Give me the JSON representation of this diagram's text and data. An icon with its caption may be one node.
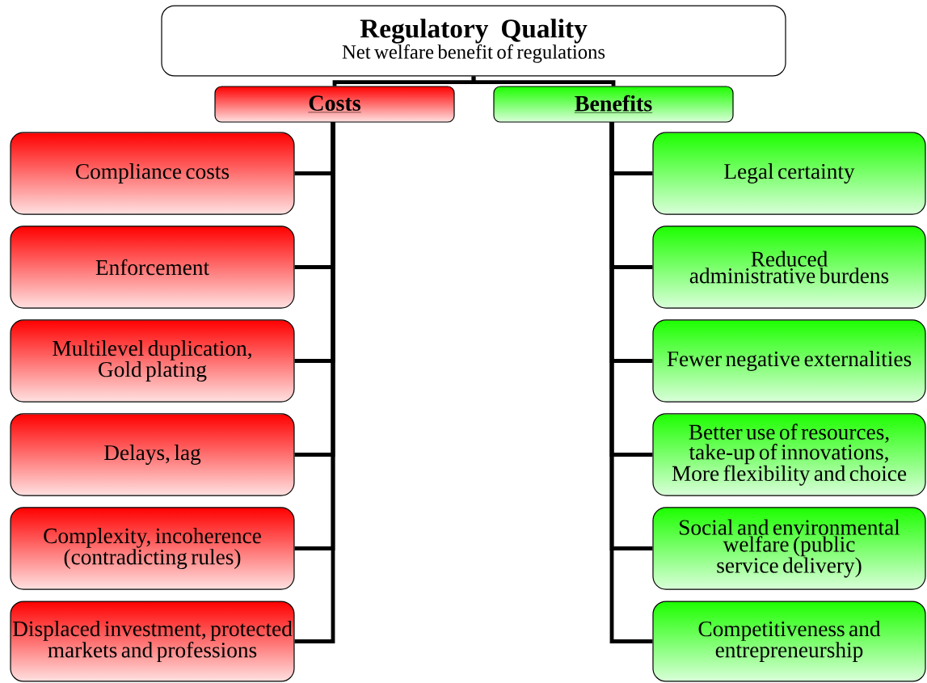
{
  "diagram": {
    "nodes": [
      {
        "text": [
          "Regulatory Quality",
          "Net welfare benefit of regulations"
        ]
      },
      {
        "text": [
          "Costs"
        ]
      },
      {
        "text": [
          "Benefits"
        ]
      },
      {
        "text": [
          "Compliance costs"
        ]
      },
      {
        "text": [
          "Enforcement"
        ]
      },
      {
        "text": [
          "Multilevel duplication, Gold plating"
        ]
      },
      {
        "text": [
          "Delays, lag"
        ]
      },
      {
        "text": [
          "Complexity, incoherence (contradicting rules)"
        ]
      },
      {
        "text": [
          "Displaced investment, protected markets and professions"
        ]
      },
      {
        "text": [
          "Legal certainty"
        ]
      },
      {
        "text": [
          "Reduced administrative burdens"
        ]
      },
      {
        "text": [
          "Fewer negative externalities"
        ]
      },
      {
        "text": [
          "Better use of resources, take-up of innovations, More flexibility and choice"
        ]
      },
      {
        "text": [
          "Social and environmental welfare (public service delivery)"
        ]
      },
      {
        "text": [
          "Competitiveness and entrepreneurship"
        ]
      }
    ],
    "edges": [
      {
        "from": 0,
        "to": 1,
        "arrow": "none"
      },
      {
        "from": 0,
        "to": 2,
        "arrow": "none"
      },
      {
        "from": 1,
        "to": 3,
        "arrow": "none"
      },
      {
        "from": 1,
        "to": 4,
        "arrow": "none"
      },
      {
        "from": 1,
        "to": 5,
        "arrow": "none"
      },
      {
        "from": 1,
        "to": 6,
        "arrow": "none"
      },
      {
        "from": 1,
        "to": 7,
        "arrow": "none"
      },
      {
        "from": 1,
        "to": 8,
        "arrow": "none"
      },
      {
        "from": 2,
        "to": 9,
        "arrow": "none"
      },
      {
        "from": 2,
        "to": 10,
        "arrow": "none"
      },
      {
        "from": 2,
        "to": 11,
        "arrow": "none"
      },
      {
        "from": 2,
        "to": 12,
        "arrow": "none"
      },
      {
        "from": 2,
        "to": 13,
        "arrow": "none"
      },
      {
        "from": 2,
        "to": 14,
        "arrow": "none"
      }
    ]
  }
}
